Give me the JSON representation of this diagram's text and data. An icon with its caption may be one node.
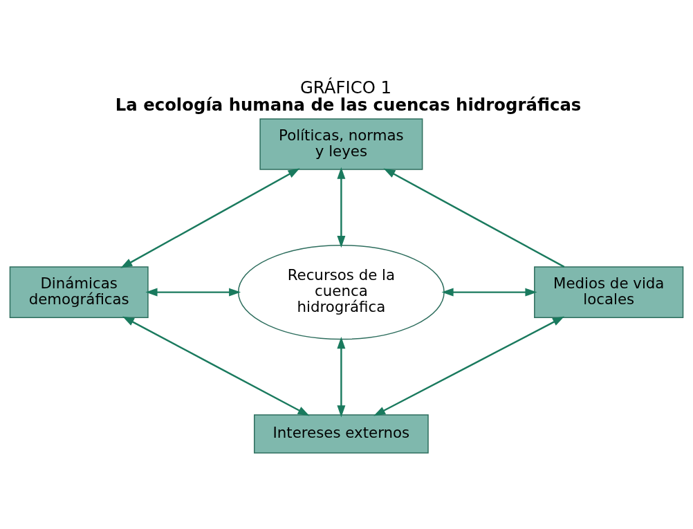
{
  "diagram": {
    "title": "La ecología humana de las cuencas hidrográficas",
    "nodes": [
      {
        "text": [
          "Políticas, normas y leyes"
        ]
      },
      {
        "text": [
          "Dinámicas demográficas"
        ]
      },
      {
        "text": [
          "Recursos de la cuenca hidrográfica"
        ]
      },
      {
        "text": [
          "Medios de vida locales"
        ]
      },
      {
        "text": [
          "Intereses externos"
        ]
      }
    ],
    "edges": [
      {
        "from": 1,
        "to": 0,
        "arrow": "both"
      },
      {
        "from": 3,
        "to": 0,
        "arrow": "to"
      },
      {
        "from": 2,
        "to": 0,
        "arrow": "both"
      },
      {
        "from": 1,
        "to": 2,
        "arrow": "both"
      },
      {
        "from": 2,
        "to": 3,
        "arrow": "both"
      },
      {
        "from": 2,
        "to": 4,
        "arrow": "both"
      },
      {
        "from": 1,
        "to": 4,
        "arrow": "both"
      },
      {
        "from": 4,
        "to": 3,
        "arrow": "both"
      }
    ],
    "labels": [
      "GRÁFICO 1"
    ]
  }
}
